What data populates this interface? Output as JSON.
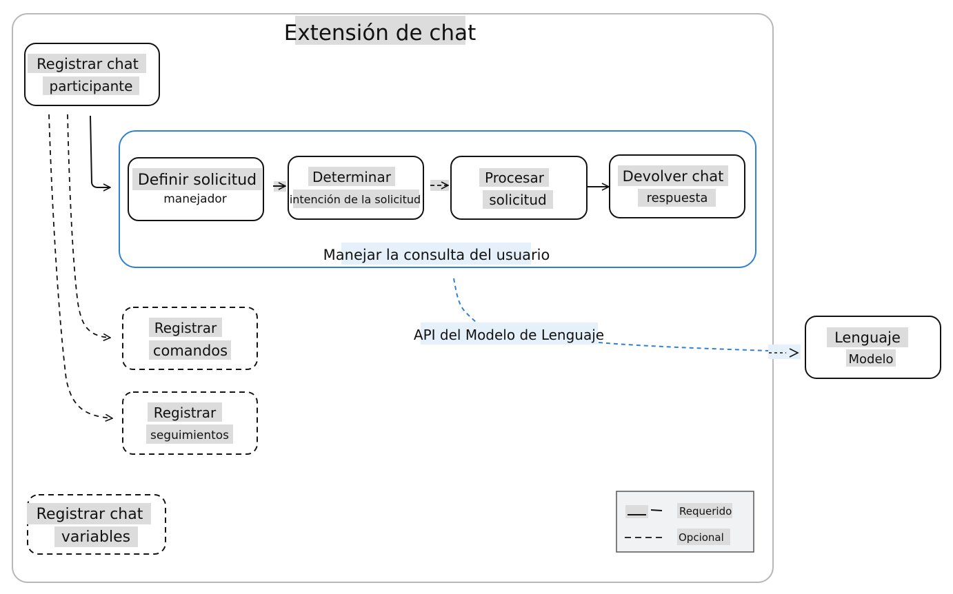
{
  "title": "Extensión de chat",
  "nodes": {
    "register_participant": {
      "line1": "Registrar chat",
      "line2": "participante"
    },
    "define_handler": {
      "line1": "Definir solicitud",
      "line2": "manejador"
    },
    "determine_intent": {
      "line1": "Determinar",
      "line2": "intención de la solicitud"
    },
    "process_request": {
      "line1": "Procesar",
      "line2": "solicitud"
    },
    "return_response": {
      "line1": "Devolver chat",
      "line2": "respuesta"
    },
    "register_commands": {
      "line1": "Registrar",
      "line2": "comandos"
    },
    "register_followups": {
      "line1": "Registrar",
      "line2": "seguimientos"
    },
    "register_variables": {
      "line1": "Registrar chat",
      "line2": "variables"
    },
    "language_model": {
      "line1": "Lenguaje",
      "line2": "Modelo"
    }
  },
  "group_label": "Manejar la consulta del usuario",
  "api_label": "API del Modelo de Lenguaje",
  "legend": {
    "required": "Requerido",
    "optional": "Opcional"
  },
  "colors": {
    "group_border": "#2f7fd3",
    "api_line": "#2f7fd3",
    "frame": "#b8b8b8",
    "legend_bg": "#f1f2f4"
  }
}
